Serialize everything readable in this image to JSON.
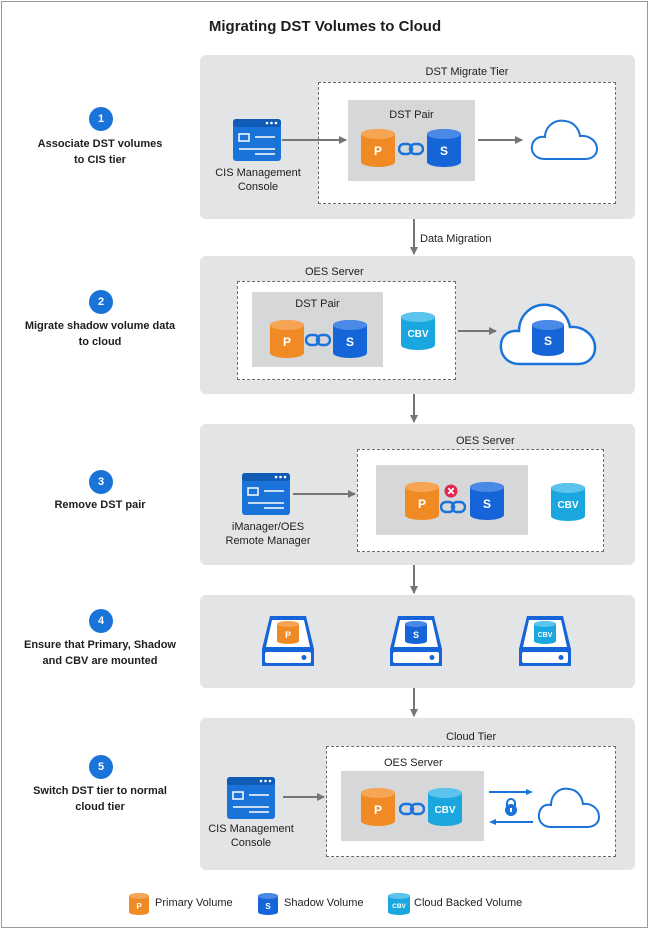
{
  "title": "Migrating DST Volumes to Cloud",
  "colors": {
    "primary": "#f08a24",
    "shadow": "#1565d8",
    "cbv": "#1aa6df",
    "accent": "#1a73d9",
    "panel": "#e3e4e6",
    "pair_panel": "#d6d7d9"
  },
  "steps": [
    {
      "number": "1",
      "description_lines": [
        "Associate DST volumes",
        "to CIS tier"
      ],
      "container_label": "DST Migrate Tier",
      "pair_label": "DST Pair",
      "console_lines": [
        "CIS Management",
        "Console"
      ],
      "primary_badge": "P",
      "shadow_badge": "S",
      "icons": [
        "console-icon",
        "primary-volume-icon",
        "link-icon",
        "shadow-volume-icon",
        "cloud-icon"
      ]
    },
    {
      "number": "2",
      "description_lines": [
        "Migrate shadow volume data",
        "to cloud"
      ],
      "arrow_label": "Data Migration",
      "container_label": "OES Server",
      "pair_label": "DST Pair",
      "primary_badge": "P",
      "shadow_badge": "S",
      "cbv_badge": "CBV",
      "cloud_badge": "S",
      "icons": [
        "primary-volume-icon",
        "link-icon",
        "shadow-volume-icon",
        "cbv-volume-icon",
        "cloud-icon"
      ]
    },
    {
      "number": "3",
      "description_lines": [
        "Remove DST pair"
      ],
      "container_label": "OES Server",
      "console_lines": [
        "iManager/OES",
        "Remote Manager"
      ],
      "primary_badge": "P",
      "shadow_badge": "S",
      "cbv_badge": "CBV",
      "icons": [
        "console-icon",
        "primary-volume-icon",
        "remove-x-icon",
        "link-icon",
        "shadow-volume-icon",
        "cbv-volume-icon"
      ]
    },
    {
      "number": "4",
      "description_lines": [
        "Ensure that Primary, Shadow",
        "and CBV are mounted"
      ],
      "drives": [
        {
          "badge": "P",
          "kind": "primary"
        },
        {
          "badge": "S",
          "kind": "shadow"
        },
        {
          "badge": "CBV",
          "kind": "cbv"
        }
      ]
    },
    {
      "number": "5",
      "description_lines": [
        "Switch DST tier to normal",
        "cloud tier"
      ],
      "container_label": "Cloud Tier",
      "server_label": "OES Server",
      "console_lines": [
        "CIS Management",
        "Console"
      ],
      "primary_badge": "P",
      "cbv_badge": "CBV",
      "icons": [
        "console-icon",
        "primary-volume-icon",
        "link-icon",
        "cbv-volume-icon",
        "lock-icon",
        "cloud-icon"
      ]
    }
  ],
  "legend": [
    {
      "badge": "P",
      "label": "Primary Volume",
      "kind": "primary"
    },
    {
      "badge": "S",
      "label": "Shadow Volume",
      "kind": "shadow"
    },
    {
      "badge": "CBV",
      "label": "Cloud Backed Volume",
      "kind": "cbv"
    }
  ]
}
